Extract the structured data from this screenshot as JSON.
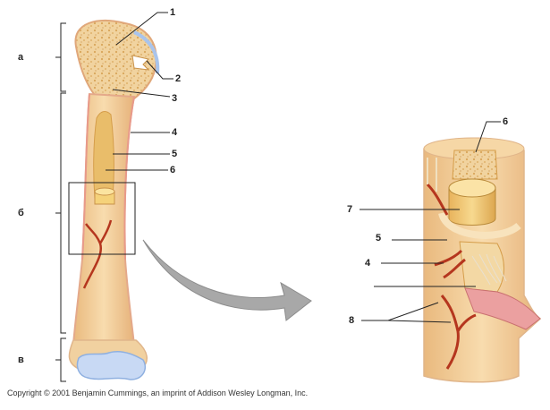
{
  "diagram": {
    "region_labels": {
      "a": "а",
      "b": "б",
      "c": "в"
    },
    "number_labels": {
      "n1": "1",
      "n2": "2",
      "n3": "3",
      "n4": "4",
      "n5": "5",
      "n6": "6",
      "n6b": "6",
      "n7": "7",
      "n5b": "5",
      "n4b": "4",
      "n8": "8"
    },
    "copyright": "Copyright © 2001 Benjamin Cummings, an imprint of Addison Wesley Longman, Inc."
  },
  "colors": {
    "bone": "#f3cf9a",
    "spongy": "#ecc98a",
    "marrow": "#e6b86a",
    "cartilage": "#a9c4ec",
    "vessel": "#b5361e",
    "line": "#222222",
    "arrow": "#9a9a9a"
  }
}
